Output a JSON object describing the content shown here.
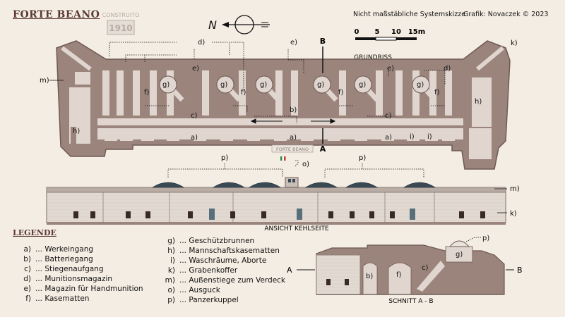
{
  "title": "FORTE BEANO",
  "note": "Nicht maßstäbliche Systemskizze",
  "credit": "Grafik: Novaczek © 2023",
  "plaque": {
    "label": "CONSTRUITO",
    "year": "1910"
  },
  "compass": {
    "north_letter": "N"
  },
  "scale": {
    "ticks": [
      "0",
      "5",
      "10",
      "15m"
    ]
  },
  "plan_title": "GRUNDRISS",
  "section_marker": {
    "top": "B",
    "bottom": "A"
  },
  "sign_text": "FORTE BEANO",
  "elevation_title": "ANSICHT KEHLSEITE",
  "section_title": "SCHNITT A - B",
  "section_labels": {
    "left": "A",
    "right": "B"
  },
  "plan_labels": {
    "a": "a)",
    "b": "b)",
    "c": "c)",
    "d": "d)",
    "e": "e)",
    "f": "f)",
    "g": "g)",
    "h": "h)",
    "i": "i)",
    "k": "k)",
    "m": "m)",
    "o": "o)",
    "p": "p)"
  },
  "legend_title": "LEGENDE",
  "legend": [
    {
      "key": "a)",
      "text": "... Werkeingang"
    },
    {
      "key": "b)",
      "text": "... Batteriegang"
    },
    {
      "key": "c)",
      "text": "... Stiegenaufgang"
    },
    {
      "key": "d)",
      "text": "... Munitionsmagazin"
    },
    {
      "key": "e)",
      "text": "... Magazin für Handmunition"
    },
    {
      "key": "f)",
      "text": "... Kasematten"
    },
    {
      "key": "g)",
      "text": "... Geschützbrunnen"
    },
    {
      "key": "h)",
      "text": "... Mannschaftskasematten"
    },
    {
      "key": "i)",
      "text": "... Waschräume, Aborte"
    },
    {
      "key": "k)",
      "text": "... Grabenkoffer"
    },
    {
      "key": "m)",
      "text": "... Außenstiege zum Verdeck"
    },
    {
      "key": "o)",
      "text": "... Ausguck"
    },
    {
      "key": "p)",
      "text": "... Panzerkuppel"
    }
  ],
  "colors": {
    "wall": "#9b847c",
    "wall_dark": "#6e5a54",
    "room": "#e0d6cf",
    "stone": "#e2dad2",
    "dome": "#3a4a55",
    "title": "#5b3a34",
    "background": "#f4ede3"
  }
}
